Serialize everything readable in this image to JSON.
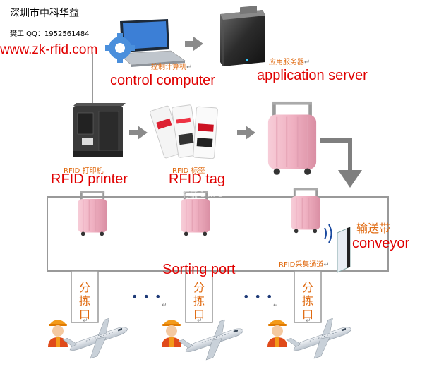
{
  "company": {
    "name": "深圳市中科华益",
    "contact": "樊工 QQ：1952561484",
    "website": "www.zk-rfid.com"
  },
  "nodes": {
    "control_computer": {
      "cn": "控制计算机",
      "en": "control computer"
    },
    "application_server": {
      "cn": "应用服务器",
      "en": "application server"
    },
    "rfid_printer": {
      "cn": "RFID 打印机",
      "en": "RFID printer"
    },
    "rfid_tag": {
      "cn": "RFID 标签",
      "en": "RFID tag"
    },
    "conveyor": {
      "cn": "输送带",
      "en": "conveyor"
    },
    "rfid_channel": {
      "cn": "RFID采集通道"
    },
    "sorting_port": {
      "en": "Sorting port"
    }
  },
  "sort_gates": [
    {
      "label": "分拣口"
    },
    {
      "label": "分拣口"
    },
    {
      "label": "分拣口"
    }
  ],
  "ellipsis": "• • •",
  "marks": {
    "para": "↵",
    "ret": "↵"
  },
  "overlay_partial": "有辅 1 … 1",
  "colors": {
    "red": "#e00000",
    "orange": "#e06a10",
    "suitcase": "#f0b4c4",
    "arrow": "#8a8a8a",
    "conveyor_line": "#999999"
  }
}
